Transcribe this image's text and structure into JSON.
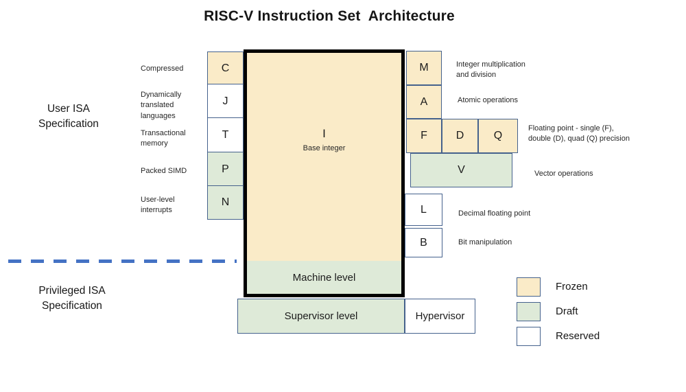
{
  "title": "RISC-V Instruction Set  Architecture",
  "sections": {
    "user_isa": "User ISA\nSpecification",
    "privileged_isa": "Privileged ISA\nSpecification"
  },
  "extensions": {
    "c": {
      "letter": "C",
      "status": "frozen",
      "label": "Compressed"
    },
    "j": {
      "letter": "J",
      "status": "reserved",
      "label": "Dynamically\ntranslated\nlanguages"
    },
    "t": {
      "letter": "T",
      "status": "reserved",
      "label": "Transactional\nmemory"
    },
    "p": {
      "letter": "P",
      "status": "draft",
      "label": "Packed SIMD"
    },
    "n": {
      "letter": "N",
      "status": "draft",
      "label": "User-level\ninterrupts"
    },
    "i": {
      "letter": "I",
      "status": "frozen",
      "label": "Base integer"
    },
    "m": {
      "letter": "M",
      "status": "frozen",
      "label": "Integer multiplication\nand division"
    },
    "a": {
      "letter": "A",
      "status": "frozen",
      "label": "Atomic operations"
    },
    "f": {
      "letter": "F",
      "status": "frozen"
    },
    "d": {
      "letter": "D",
      "status": "frozen"
    },
    "q": {
      "letter": "Q",
      "status": "frozen"
    },
    "fdq_label": "Floating point - single (F),\ndouble (D), quad (Q) precision",
    "v": {
      "letter": "V",
      "status": "draft",
      "label": "Vector operations"
    },
    "l": {
      "letter": "L",
      "status": "reserved",
      "label": "Decimal floating point"
    },
    "b": {
      "letter": "B",
      "status": "reserved",
      "label": "Bit manipulation"
    }
  },
  "privilege_levels": {
    "machine": "Machine level",
    "supervisor": "Supervisor level",
    "hypervisor": "Hypervisor"
  },
  "legend": {
    "frozen": "Frozen",
    "draft": "Draft",
    "reserved": "Reserved"
  },
  "colors": {
    "frozen": "#FAEBC8",
    "draft": "#DEEAD8",
    "reserved": "#FFFFFF",
    "box_border": "#44618C",
    "thick_border": "#000000",
    "dashed_line": "#4472C4"
  }
}
